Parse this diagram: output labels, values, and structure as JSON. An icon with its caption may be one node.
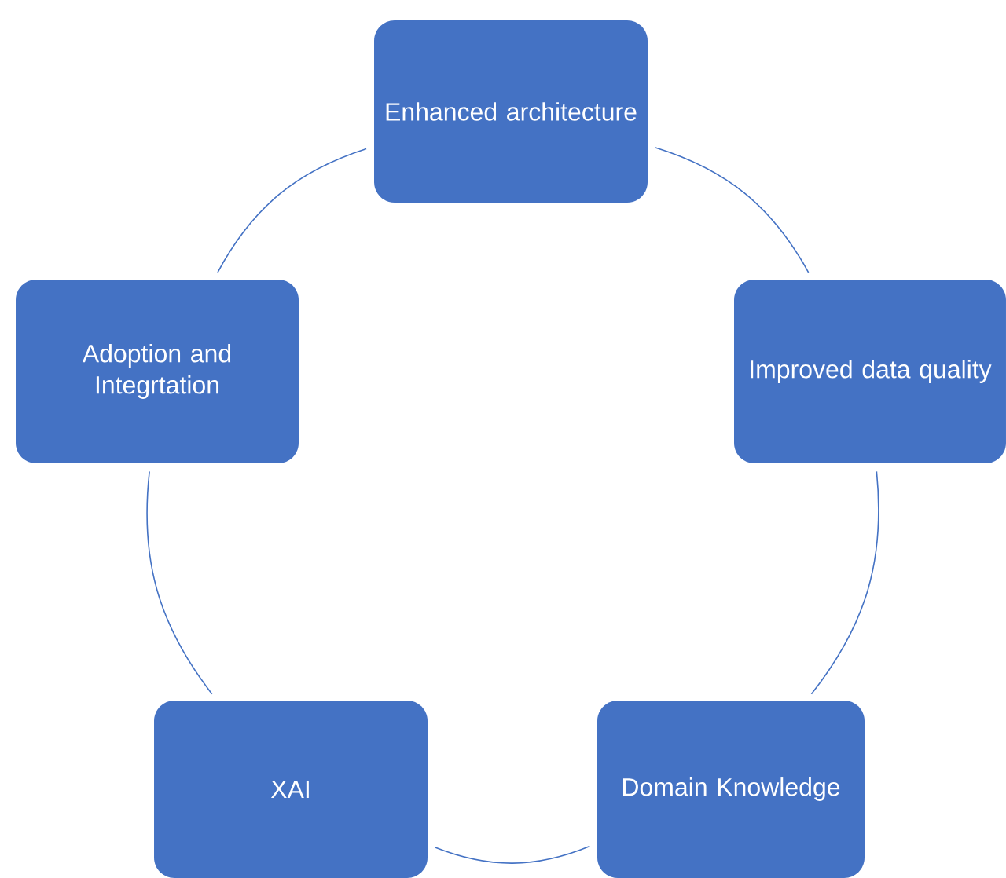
{
  "diagram": {
    "nodes": [
      {
        "text": [
          "Enhanced architecture"
        ]
      },
      {
        "text": [
          "Improved data quality"
        ]
      },
      {
        "text": [
          "Domain Knowledge"
        ]
      },
      {
        "text": [
          "XAI"
        ]
      },
      {
        "text": [
          "Adoption and Integrtation"
        ]
      }
    ],
    "edges": [
      {
        "from": 0,
        "to": 1,
        "arrow": "none"
      },
      {
        "from": 1,
        "to": 2,
        "arrow": "none"
      },
      {
        "from": 2,
        "to": 3,
        "arrow": "none"
      },
      {
        "from": 3,
        "to": 4,
        "arrow": "none"
      },
      {
        "from": 4,
        "to": 0,
        "arrow": "none"
      }
    ]
  }
}
